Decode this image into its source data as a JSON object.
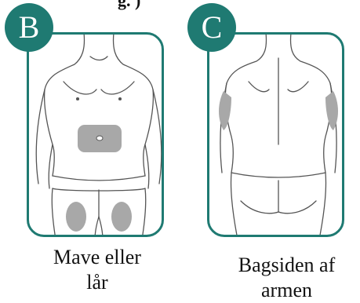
{
  "header": {
    "fragment": "g. )"
  },
  "panels": [
    {
      "letter": "B",
      "caption_line1": "Mave eller",
      "caption_line2": "lår"
    },
    {
      "letter": "C",
      "caption_line1": "Bagsiden af",
      "caption_line2": "armen"
    }
  ],
  "colors": {
    "accent": "#1f7a72",
    "zone": "#a8a8a8",
    "outline": "#555555"
  }
}
